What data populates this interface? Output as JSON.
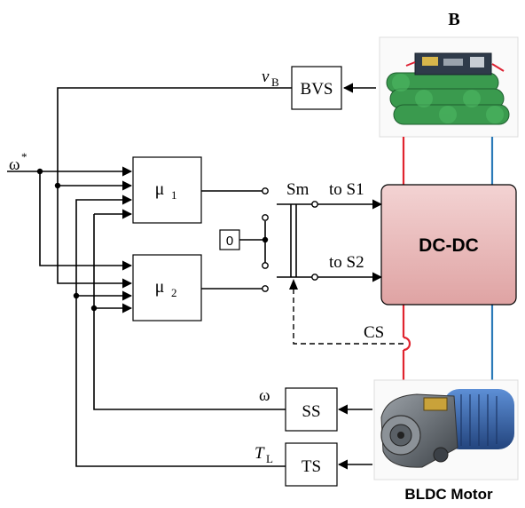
{
  "labels": {
    "battery_title": "B",
    "omega_ref_symbol": "ω",
    "omega_ref_superscript": "*",
    "vb_symbol": "v",
    "vb_subscript": "B",
    "bvs": "BVS",
    "mu1_symbol": "μ",
    "mu1_subscript": "1",
    "mu2_symbol": "μ",
    "mu2_subscript": "2",
    "sm": "Sm",
    "zero": "0",
    "to_s1": "to S1",
    "to_s2": "to S2",
    "dcdc": "DC-DC",
    "cs": "CS",
    "omega_fb": "ω",
    "ss": "SS",
    "tl_symbol": "T",
    "tl_subscript": "L",
    "ts": "TS",
    "motor_title": "BLDC Motor"
  },
  "colors": {
    "positive_wire": "#e0242f",
    "negative_wire": "#2b7ab8",
    "converter_fill_top": "#f3d3d3",
    "converter_fill_bottom": "#dfa3a3",
    "battery_cells": "#3a9a4e"
  },
  "icons": {
    "battery": "battery-pack-photo",
    "motor": "bldc-motor-photo"
  }
}
